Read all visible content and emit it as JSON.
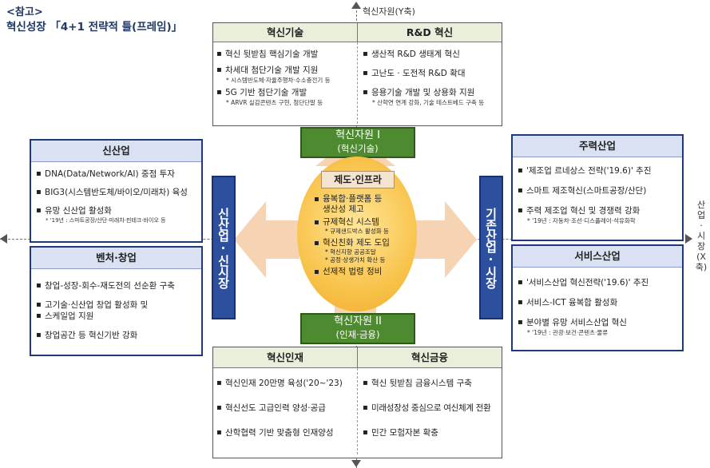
{
  "header": {
    "ref_label": "<참고>",
    "title": "혁신성장 「4+1 전략적 틀(프레임)」"
  },
  "axes": {
    "y_label": "혁신자원(Y축)",
    "x_label": "산업 · 시장 (X 축)"
  },
  "top_left": {
    "title": "혁신기술",
    "items": [
      {
        "text": "혁신 뒷받침 핵심기술 개발"
      },
      {
        "text": "차세대 첨단기술 개발 지원",
        "sub": "* 시스템반도체·자율주행차·수소충전기 등"
      },
      {
        "text": "5G 기반 첨단기술 개발",
        "sub": "* ARVR 실감콘텐츠 구현, 첨단단말 등"
      }
    ]
  },
  "top_right": {
    "title": "R&D 혁신",
    "items": [
      {
        "text": "생산적 R&D 생태계 혁신"
      },
      {
        "text": "고난도 · 도전적 R&D 확대"
      },
      {
        "text": "응용기술 개발 및 상용화 지원",
        "sub": "* 산학연 연계 강화, 기술 테스트베드 구축 등"
      }
    ]
  },
  "resource1": {
    "line1": "혁신자원 I",
    "line2": "(혁신기술)"
  },
  "resource2": {
    "line1": "혁신자원 II",
    "line2": "(인재·금융)"
  },
  "left_bar": "신산업·신시장",
  "right_bar": "기존산업·시장",
  "center": {
    "title": "제도·인프라",
    "items": [
      {
        "text": "융복합·플랫폼 등",
        "text2": "생산성 제고"
      },
      {
        "text": "규제혁신 시스템",
        "sub": "* 규제샌드박스 활성화 등"
      },
      {
        "text": "혁신친화 제도 도입",
        "sub": "* 혁신지향 공공조달",
        "sub2": "* 공정·상생가치 확산 등"
      },
      {
        "text": "선제적 법령 정비"
      }
    ]
  },
  "new_industry": {
    "title": "신산업",
    "items": [
      {
        "text": "DNA(Data/Network/AI) 중점 투자"
      },
      {
        "text": "BIG3(시스템반도체/바이오/미래차) 육성"
      },
      {
        "text": "유망 신산업 활성화",
        "sub": "* '19년 : 스마트공장/산단·미래차·핀테크·바이오 등"
      }
    ]
  },
  "venture": {
    "title": "벤처·창업",
    "items": [
      {
        "text": "창업-성장-회수-재도전의 선순환 구축"
      },
      {
        "text": "고기술·신산업 창업 활성화 및",
        "text2": "스케일업 지원"
      },
      {
        "text": "창업공간 등 혁신기반 강화"
      }
    ]
  },
  "main_industry": {
    "title": "주력산업",
    "items": [
      {
        "text": "'제조업 르네상스 전략('19.6)' 추진"
      },
      {
        "text": "스마트 제조혁신(스마트공장/산단)"
      },
      {
        "text": "주력 제조업 혁신 및 경쟁력 강화",
        "sub": "* '19년 : 자동차·조선·디스플레이·석유화학"
      }
    ]
  },
  "service_industry": {
    "title": "서비스산업",
    "items": [
      {
        "text": "'서비스산업 혁신전략('19.6)' 추진"
      },
      {
        "text": "서비스-ICT 융복합 활성화"
      },
      {
        "text": "분야별 유망 서비스산업 혁신",
        "sub": "* '19년 : 관광·보건·콘텐츠·물류"
      }
    ]
  },
  "bottom_left": {
    "title": "혁신인재",
    "items": [
      {
        "text": "혁신인재 20만명 육성('20~'23)"
      },
      {
        "text": "혁신선도 고급인력 양성·공급"
      },
      {
        "text": "산학협력 기반 맞춤형 인재양성"
      }
    ]
  },
  "bottom_right": {
    "title": "혁신금융",
    "items": [
      {
        "text": "혁신 뒷받침 금융시스템 구축"
      },
      {
        "text": "미래성장성 중심으로 여신체계 전환"
      },
      {
        "text": "민간 모험자본 확충"
      }
    ]
  },
  "colors": {
    "green": "#4e8a2f",
    "blue": "#2c4f9e",
    "navy_border": "#1f3a7a",
    "panel_head": "#e8f0db",
    "side_head": "#d9e1f2",
    "circle": "#f8c44c",
    "arrow": "#f5d3b3"
  }
}
